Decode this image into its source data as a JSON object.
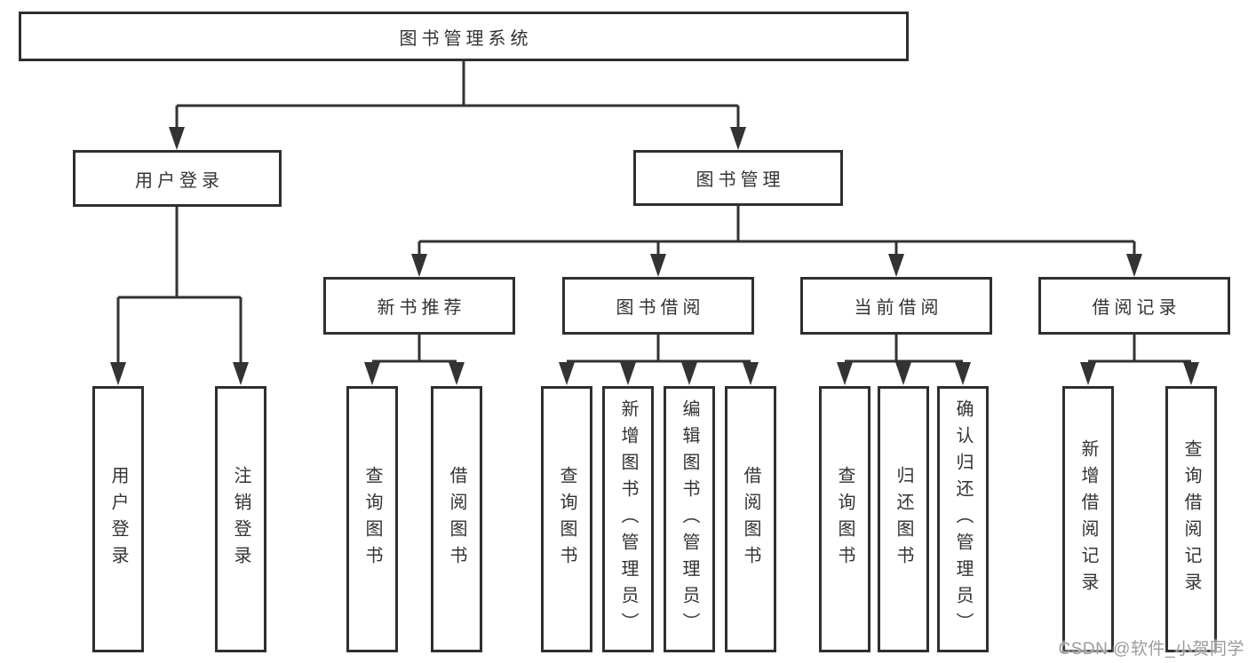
{
  "diagram": {
    "root": "图书管理系统",
    "branches": [
      {
        "label": "用户登录",
        "children": [
          "用户登录",
          "注销登录"
        ]
      },
      {
        "label": "图书管理",
        "modules": [
          {
            "label": "新书推荐",
            "children": [
              "查询图书",
              "借阅图书"
            ]
          },
          {
            "label": "图书借阅",
            "children": [
              "查询图书",
              "新增图书（管理员）",
              "编辑图书（管理员）",
              "借阅图书"
            ]
          },
          {
            "label": "当前借阅",
            "children": [
              "查询图书",
              "归还图书",
              "确认归还（管理员）"
            ]
          },
          {
            "label": "借阅记录",
            "children": [
              "新增借阅记录",
              "查询借阅记录"
            ]
          }
        ]
      }
    ],
    "watermark": "CSDN @软件_小贺同学",
    "colors": {
      "line": "#333333",
      "box_border": "#2f2f2f",
      "box_fill": "#ffffff",
      "text": "#333333",
      "watermark": "#9b9b9b",
      "background": "#ffffff"
    }
  }
}
